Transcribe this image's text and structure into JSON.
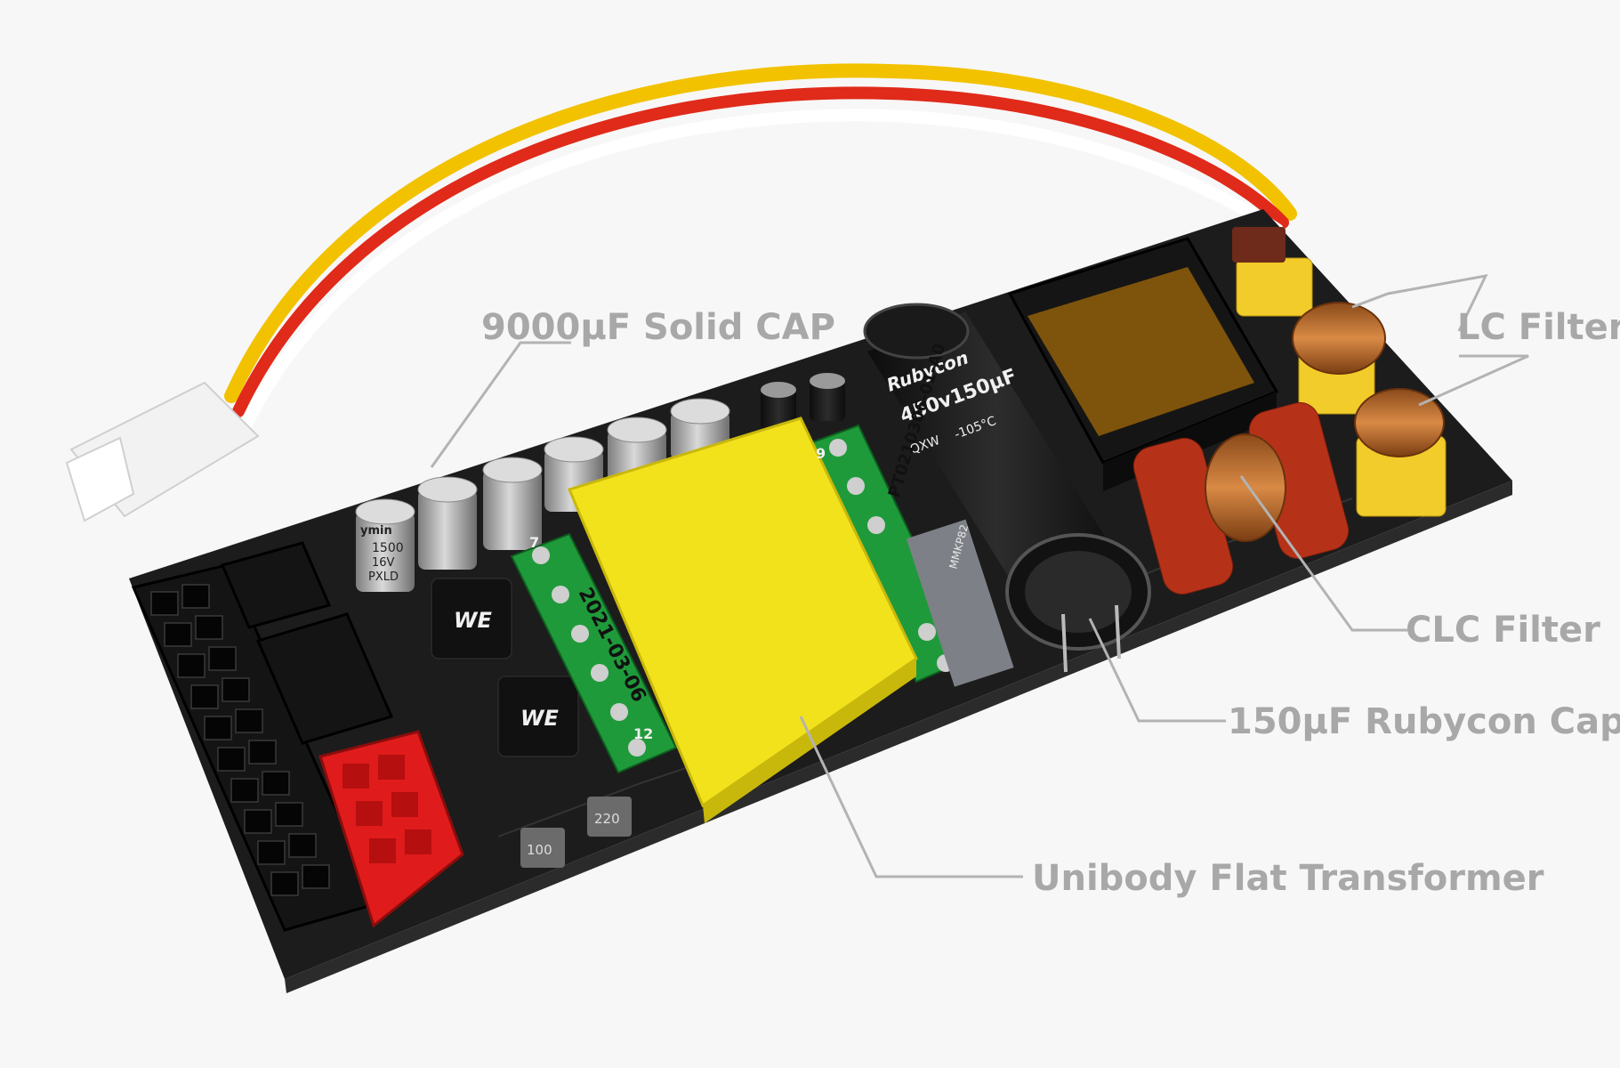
{
  "callouts": {
    "solid_cap": "9000μF Solid CAP",
    "lc_filter": "LC Filter",
    "clc_filter": "CLC Filter",
    "rubycon_cap": "150μF Rubycon Cap",
    "transformer": "Unibody Flat Transformer"
  },
  "markings": {
    "cap_brand": "ymin",
    "cap_value": "1500",
    "cap_voltage": "16V",
    "cap_series": "PXLD",
    "rubycon_brand": "Rubycon",
    "rubycon_rating": "450v150μF",
    "rubycon_temp": "-105°C",
    "rubycon_series": "QXW",
    "pcb_date": "2021-03-06",
    "pcb_part": "PT0210306-01-A0",
    "pin_top": "9",
    "pin_left": "7",
    "pin_bottom": "12",
    "inductor_logo": "WE",
    "smd_inductor_1": "220",
    "smd_inductor_2": "100",
    "film_cap": "MMKP82"
  },
  "colors": {
    "background": "#f7f7f7",
    "pcb": "#1c1c1c",
    "transformer": "#f2e21c",
    "pcb_green": "#1f9a3a",
    "connector_red": "#e01b1b",
    "wire_yellow": "#f2c200",
    "wire_red": "#e02a1a",
    "callout_text": "#a8a8a8"
  }
}
